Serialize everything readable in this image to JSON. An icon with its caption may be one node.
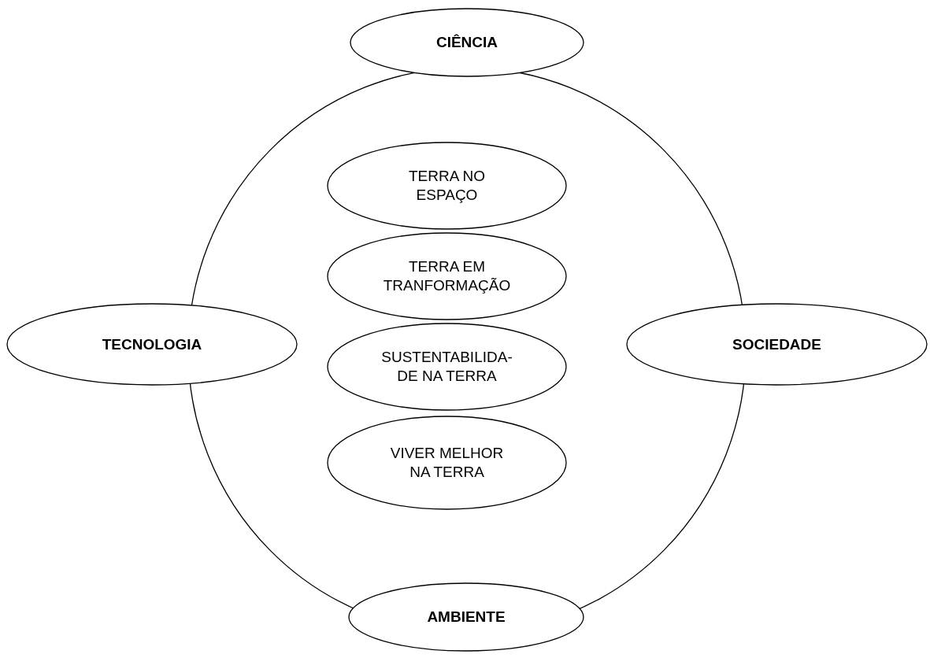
{
  "diagram": {
    "nodes": [
      {
        "text": [
          "CIÊNCIA"
        ]
      },
      {
        "text": [],
        "shape": "circle"
      },
      {
        "text": [
          "TERRA NO ESPAÇO"
        ],
        "in": 1
      },
      {
        "text": [
          "TERRA EM TRANFORMAÇÃO"
        ],
        "in": 1
      },
      {
        "text": [
          "SUSTENTABILIDA- DE NA TERRA"
        ],
        "in": 1
      },
      {
        "text": [
          "VIVER MELHOR NA TERRA"
        ],
        "in": 1
      },
      {
        "text": [
          "TECNOLOGIA"
        ]
      },
      {
        "text": [
          "SOCIEDADE"
        ]
      },
      {
        "text": [
          "AMBIENTE"
        ]
      }
    ]
  }
}
